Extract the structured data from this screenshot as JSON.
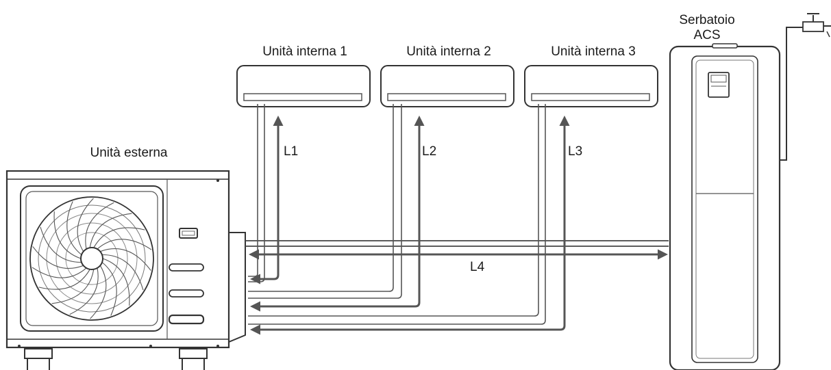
{
  "labels": {
    "outdoor_unit": "Unità esterna",
    "indoor_unit_1": "Unità interna 1",
    "indoor_unit_2": "Unità interna 2",
    "indoor_unit_3": "Unità interna 3",
    "tank_line1": "Serbatoio",
    "tank_line2": "ACS"
  },
  "pipe_lengths": {
    "l1": "L1",
    "l2": "L2",
    "l3": "L3",
    "l4": "L4"
  },
  "colors": {
    "stroke": "#3a3a3a",
    "pipe_dark": "#555555",
    "background": "#ffffff"
  }
}
